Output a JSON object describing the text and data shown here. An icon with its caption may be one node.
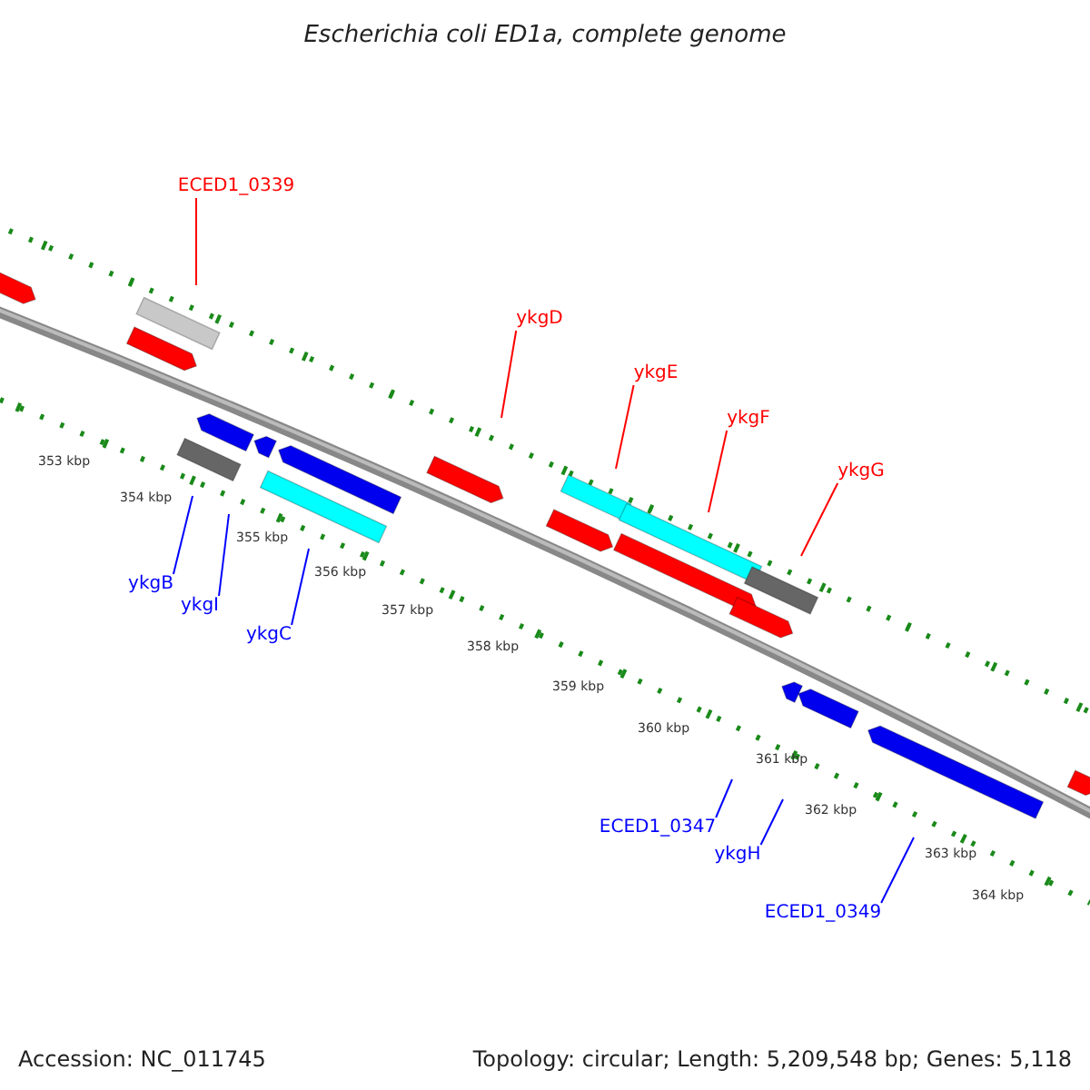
{
  "diagram": {
    "title": "Escherichia coli ED1a, complete genome",
    "nodes": [
      {
        "text": [
          "ECED1_0339"
        ]
      },
      {
        "text": [
          "ykgD"
        ]
      },
      {
        "text": [
          "ykgE"
        ]
      },
      {
        "text": [
          "ykgF"
        ]
      },
      {
        "text": [
          "ykgG"
        ]
      },
      {
        "text": [
          "ykgB"
        ]
      },
      {
        "text": [
          "ykgI"
        ]
      },
      {
        "text": [
          "ykgC"
        ]
      },
      {
        "text": [
          "ECED1_0347"
        ]
      },
      {
        "text": [
          "ykgH"
        ]
      },
      {
        "text": [
          "ECED1_0349"
        ]
      }
    ],
    "edges": [
      {
        "from": 0,
        "to": null,
        "arrow": "none",
        "color": "#ff0000"
      },
      {
        "from": 1,
        "to": null,
        "arrow": "none",
        "color": "#ff0000"
      },
      {
        "from": 2,
        "to": null,
        "arrow": "none",
        "color": "#ff0000"
      },
      {
        "from": 3,
        "to": null,
        "arrow": "none",
        "color": "#ff0000"
      },
      {
        "from": 4,
        "to": null,
        "arrow": "none",
        "color": "#ff0000"
      },
      {
        "from": 5,
        "to": null,
        "arrow": "none"
      },
      {
        "from": 6,
        "to": null,
        "arrow": "none"
      },
      {
        "from": 7,
        "to": null,
        "arrow": "none"
      },
      {
        "from": 8,
        "to": null,
        "arrow": "none"
      },
      {
        "from": 9,
        "to": null,
        "arrow": "none"
      },
      {
        "from": 10,
        "to": null,
        "arrow": "none"
      }
    ],
    "labels": [
      "353 kbp",
      "354 kbp",
      "355 kbp",
      "356 kbp",
      "357 kbp",
      "358 kbp",
      "359 kbp",
      "360 kbp",
      "361 kbp",
      "362 kbp",
      "363 kbp",
      "364 kbp",
      "Accession: NC_011745",
      "Topology: circular; Length: 5,209,548 bp; Genes: 5,118"
    ]
  }
}
